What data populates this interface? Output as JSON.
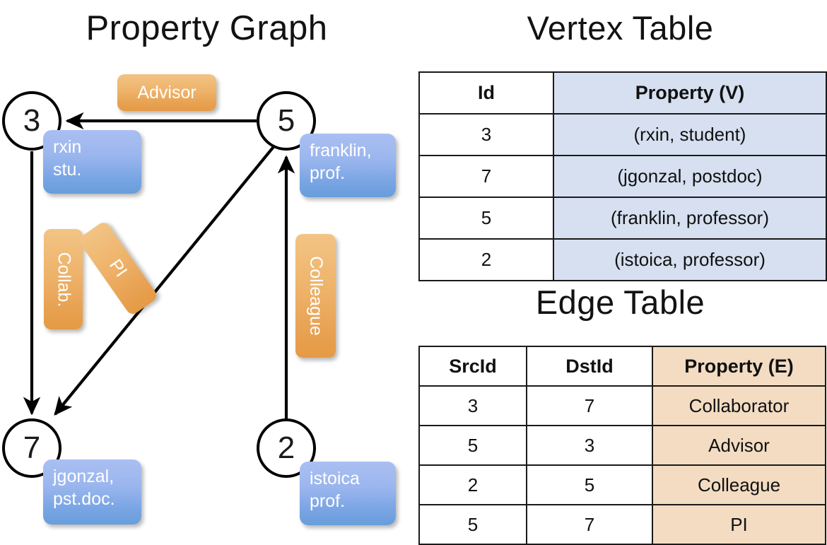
{
  "titles": {
    "property_graph": "Property Graph",
    "vertex_table": "Vertex Table",
    "edge_table": "Edge Table"
  },
  "colors": {
    "vertex_property_fill": "#d6e0f0",
    "edge_property_fill": "#f3dcc2",
    "node_box_blue": "#7aa5e4",
    "edge_label_orange": "#e8a253",
    "stroke": "#000000",
    "background": "#ffffff"
  },
  "graph": {
    "vertices": [
      {
        "id": "3",
        "property_line1": "rxin",
        "property_line2": "stu."
      },
      {
        "id": "5",
        "property_line1": "franklin,",
        "property_line2": "prof."
      },
      {
        "id": "7",
        "property_line1": "jgonzal,",
        "property_line2": "pst.doc."
      },
      {
        "id": "2",
        "property_line1": "istoica",
        "property_line2": "prof."
      }
    ],
    "edge_labels": [
      {
        "name": "advisor",
        "text": "Advisor"
      },
      {
        "name": "collab",
        "text": "Collab."
      },
      {
        "name": "pi",
        "text": "PI"
      },
      {
        "name": "colleague",
        "text": "Colleague"
      }
    ]
  },
  "vertex_table": {
    "headers": [
      "Id",
      "Property (V)"
    ],
    "rows": [
      {
        "id": "3",
        "property": "(rxin, student)"
      },
      {
        "id": "7",
        "property": "(jgonzal, postdoc)"
      },
      {
        "id": "5",
        "property": "(franklin, professor)"
      },
      {
        "id": "2",
        "property": "(istoica, professor)"
      }
    ]
  },
  "edge_table": {
    "headers": [
      "SrcId",
      "DstId",
      "Property (E)"
    ],
    "rows": [
      {
        "src": "3",
        "dst": "7",
        "property": "Collaborator"
      },
      {
        "src": "5",
        "dst": "3",
        "property": "Advisor"
      },
      {
        "src": "2",
        "dst": "5",
        "property": "Colleague"
      },
      {
        "src": "5",
        "dst": "7",
        "property": "PI"
      }
    ]
  }
}
